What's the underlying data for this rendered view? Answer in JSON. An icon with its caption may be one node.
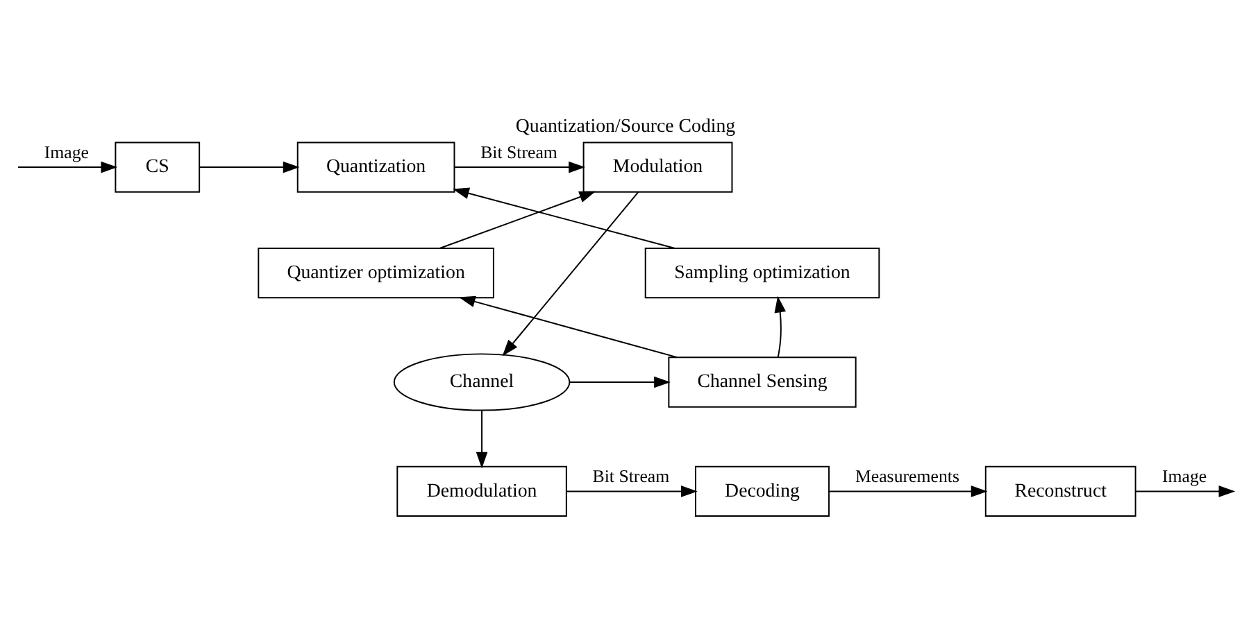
{
  "diagram": {
    "title": "Quantization/Source Coding",
    "nodes": [
      {
        "text": [
          "CS"
        ]
      },
      {
        "text": [
          "Quantization"
        ]
      },
      {
        "text": [
          "Modulation"
        ]
      },
      {
        "text": [
          "Sampling optimization"
        ]
      },
      {
        "text": [
          "Quantizer optimization"
        ]
      },
      {
        "text": [
          "Channel Sensing"
        ]
      },
      {
        "text": [
          "Channel"
        ]
      },
      {
        "text": [
          "Reconstruct"
        ]
      },
      {
        "text": [
          "Decoding"
        ]
      },
      {
        "text": [
          "Demodulation"
        ]
      }
    ],
    "edges": [
      {
        "from": null,
        "to": 0,
        "arrow": "to",
        "label": "Image"
      },
      {
        "from": 0,
        "to": 1,
        "arrow": "to"
      },
      {
        "from": 3,
        "to": 1,
        "arrow": "to"
      },
      {
        "from": 1,
        "to": 2,
        "arrow": "to",
        "label": "Bit Stream"
      },
      {
        "from": 4,
        "to": 2,
        "arrow": "to"
      },
      {
        "from": 2,
        "to": 6,
        "arrow": "to"
      },
      {
        "from": 6,
        "to": 5,
        "arrow": "to"
      },
      {
        "from": 5,
        "to": 3,
        "arrow": "to"
      },
      {
        "from": 5,
        "to": 4,
        "arrow": "to"
      },
      {
        "from": 6,
        "to": 9,
        "arrow": "to"
      },
      {
        "from": 9,
        "to": 8,
        "arrow": "to",
        "label": "Bit Stream"
      },
      {
        "from": 8,
        "to": 7,
        "arrow": "to",
        "label": "Measurements"
      },
      {
        "from": 7,
        "to": null,
        "arrow": "to",
        "label": "Image"
      }
    ]
  }
}
